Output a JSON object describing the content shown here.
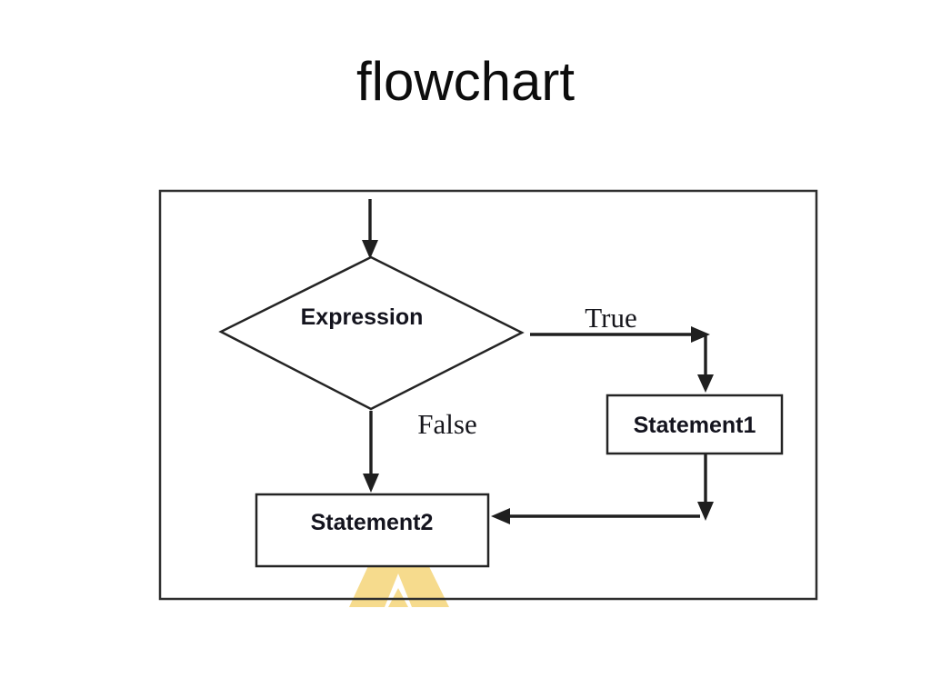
{
  "slide": {
    "title": "flowchart"
  },
  "diagram": {
    "decision": {
      "label": "Expression",
      "shape": "diamond"
    },
    "statement1": {
      "label": "Statement1",
      "shape": "rectangle"
    },
    "statement2": {
      "label": "Statement2",
      "shape": "rectangle"
    },
    "branch_true": {
      "label": "True"
    },
    "branch_false": {
      "label": "False"
    },
    "colors": {
      "line": "#1f1f1f",
      "label_text": "#14141e",
      "border": "#242424",
      "watermark": "#f6db8d",
      "background": "#ffffff"
    }
  }
}
